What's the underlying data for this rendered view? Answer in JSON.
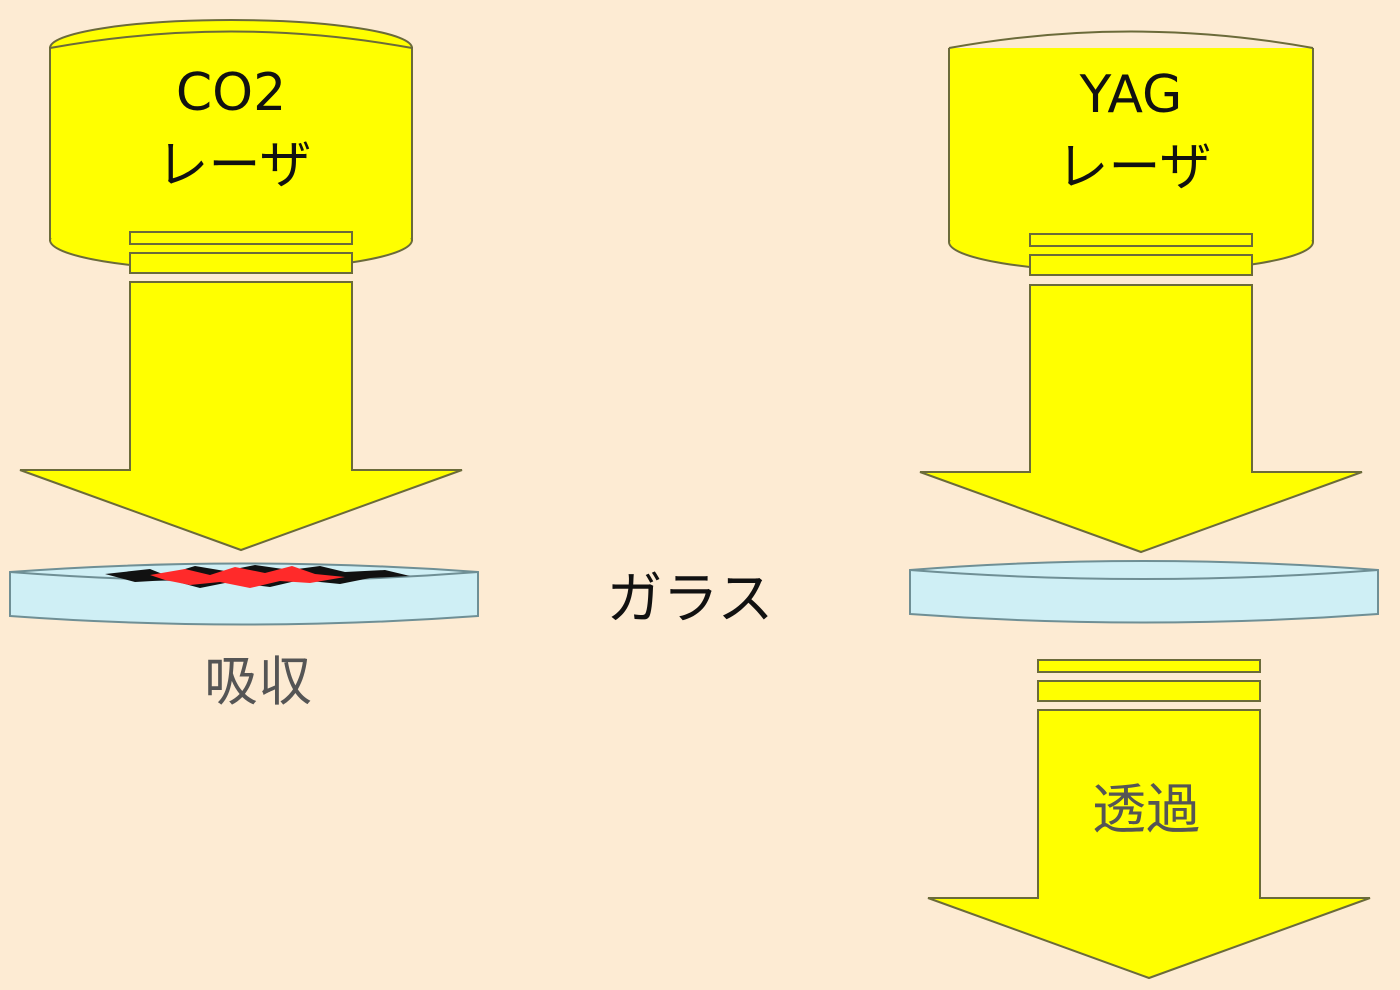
{
  "diagram": {
    "left_laser": {
      "line1": "CO2",
      "line2": "レーザ"
    },
    "right_laser": {
      "line1": "YAG",
      "line2": "レーザ"
    },
    "glass_label": "ガラス",
    "absorb_label": "吸収",
    "transmit_label": "透過"
  },
  "colors": {
    "background": "#fdebd3",
    "laser_yellow": "#ffff00",
    "outline": "#6b6b3a",
    "glass": "#cfeff5",
    "glass_outline": "#6f8f95",
    "absorb_red": "#ff2a2a",
    "absorb_black": "#111111"
  }
}
